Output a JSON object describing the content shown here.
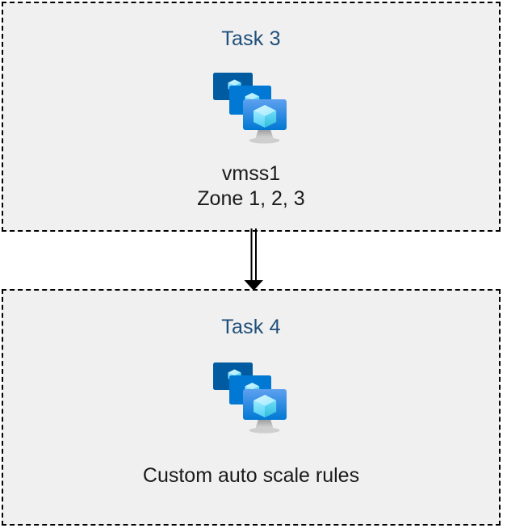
{
  "diagram": {
    "title": "Azure VM Scale Set tasks flow",
    "background_color": "#ffffff",
    "box_fill_color": "#f0f0f0",
    "box_border_color": "#000000",
    "heading_color": "#1f4e79",
    "caption_color": "#1a1a1a",
    "connector_color": "#000000"
  },
  "boxes": [
    {
      "id": "task-3",
      "title": "Task 3",
      "icon": "vm-scale-set-icon",
      "captions": [
        "vmss1",
        "Zone 1, 2, 3"
      ]
    },
    {
      "id": "task-4",
      "title": "Task 4",
      "icon": "vm-scale-set-icon",
      "captions": [
        "Custom auto scale rules"
      ]
    }
  ],
  "connector": {
    "name": "arrow-down",
    "from": "task-3",
    "to": "task-4",
    "style": "double-line-with-solid-arrowhead"
  },
  "icon_palette": {
    "monitor_back": "#005ba1",
    "monitor_middle": "#0078d4",
    "monitor_front_top": "#5ea0ef",
    "monitor_front_bottom": "#0078d4",
    "cube_light": "#c3f1ff",
    "cube_mid": "#9cebff",
    "cube_dark": "#32bedd",
    "stand": "#b3b3b3"
  }
}
